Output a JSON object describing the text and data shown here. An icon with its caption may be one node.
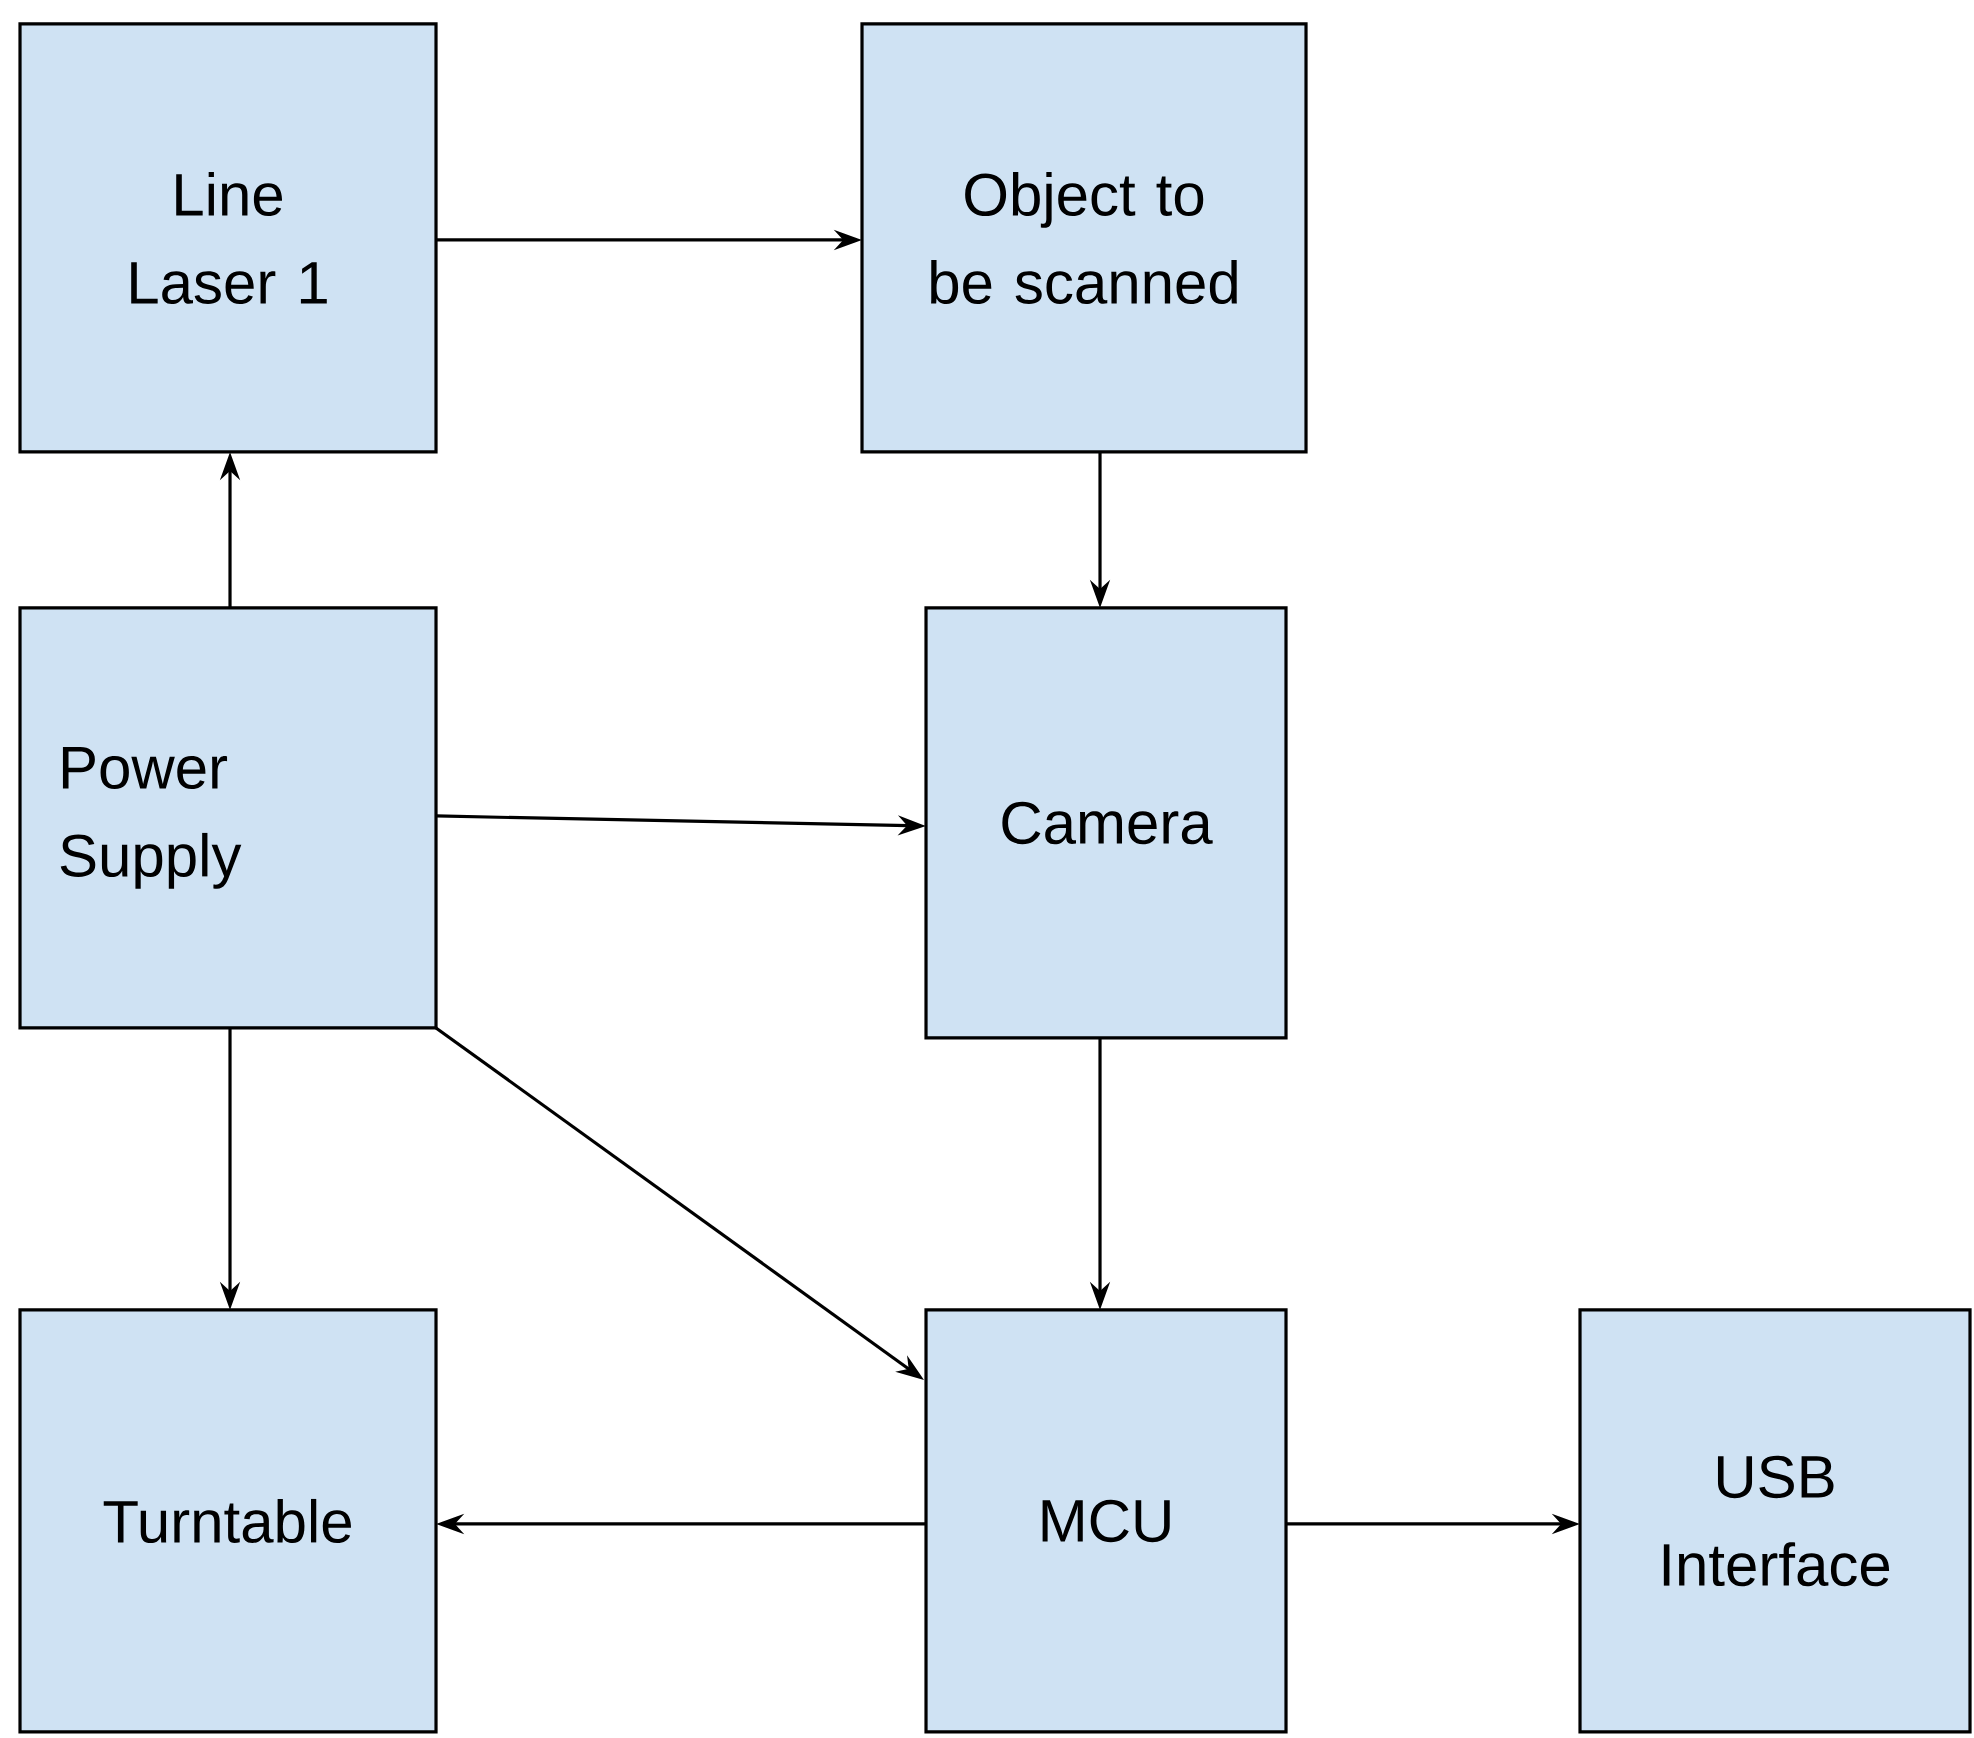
{
  "diagram": {
    "nodes": [
      {
        "text": [
          "Line Laser 1"
        ]
      },
      {
        "text": [
          "Object to be scanned"
        ]
      },
      {
        "text": [
          "Power Supply"
        ]
      },
      {
        "text": [
          "Camera"
        ]
      },
      {
        "text": [
          "Turntable"
        ]
      },
      {
        "text": [
          "MCU"
        ]
      },
      {
        "text": [
          "USB Interface"
        ]
      }
    ],
    "edges": [
      {
        "from": 0,
        "to": 1,
        "arrow": "to"
      },
      {
        "from": 1,
        "to": 3,
        "arrow": "to"
      },
      {
        "from": 2,
        "to": 0,
        "arrow": "to"
      },
      {
        "from": 2,
        "to": 3,
        "arrow": "to"
      },
      {
        "from": 2,
        "to": 4,
        "arrow": "to"
      },
      {
        "from": 2,
        "to": 5,
        "arrow": "to"
      },
      {
        "from": 3,
        "to": 5,
        "arrow": "to"
      },
      {
        "from": 5,
        "to": 4,
        "arrow": "to"
      },
      {
        "from": 5,
        "to": 6,
        "arrow": "to"
      }
    ]
  }
}
